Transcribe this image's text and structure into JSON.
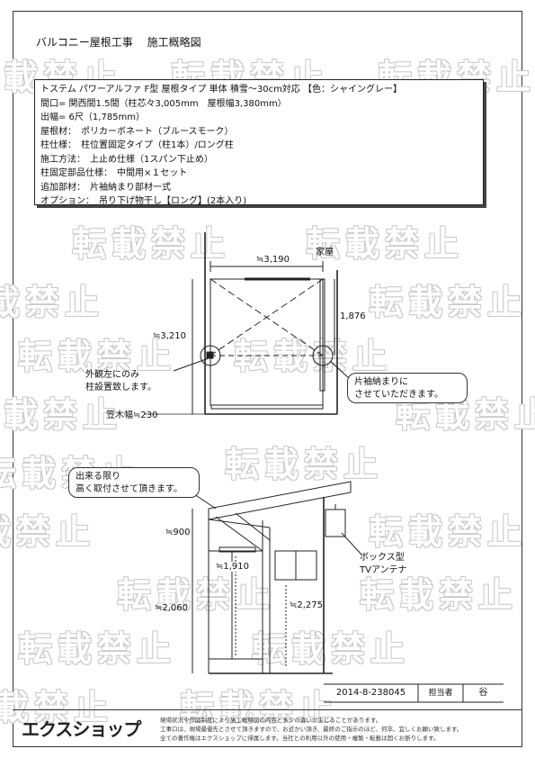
{
  "header": {
    "title": "バルコニー屋根工事　 施工概略図"
  },
  "spec": {
    "lines": [
      "トステム パワーアルファ F型 屋根タイプ 単体 積雪～30cm対応 【色：シャイングレー】",
      "間口= 関西間1.5間（柱芯々3,005mm　屋根幅3,380mm）",
      "出幅= 6尺（1,785mm）",
      "屋根材：　ポリカーボネート（ブルースモーク）",
      "柱仕様：　柱位置固定タイプ（柱1本）/ロング柱",
      "施工方法：　上止め仕様（1スパン下止め）",
      "柱固定部品仕様：　中間用×１セット",
      "追加部材：　片袖納まり部材一式",
      "オプション：　吊り下げ物干し【ロング】(2本入り)"
    ]
  },
  "plan": {
    "house_label": "家屋",
    "dim_width": "≒3,190",
    "dim_right": "1,876",
    "dim_left": "≒3,210",
    "dim_kasagi": "笠木幅≒230",
    "note_left": [
      "外観左にのみ",
      "柱設置致します。"
    ],
    "note_right": [
      "片袖納まりに",
      "させていただきます。"
    ]
  },
  "elevation": {
    "note_top": [
      "出来る限り",
      "高く取付させて頂きます。"
    ],
    "dim_900": "≒900",
    "dim_1910": "≒1,910",
    "dim_2060": "≒2,060",
    "dim_2275": "≒2,275",
    "antenna_label": [
      "ボックス型",
      "TVアンテナ"
    ]
  },
  "watermark": {
    "text": "転載禁止"
  },
  "footer": {
    "doc_number": "2014-8-238045",
    "staff_label": "担当者",
    "staff_name": "谷",
    "logo": "エクスショップ",
    "notice_lines": [
      "現場状況や作図制度により施工概略図の内容と多少の違いが生じることがあります。",
      "工事口は、現場最優先とさせて頂きますので、お近かい頂き、最終のご指示のほど、何卒、宜しくお願い致します。",
      "全ての著作権はエクスショップに帰属します。当社との利用以外の使用・複製・転載は固くお断りします。"
    ]
  }
}
